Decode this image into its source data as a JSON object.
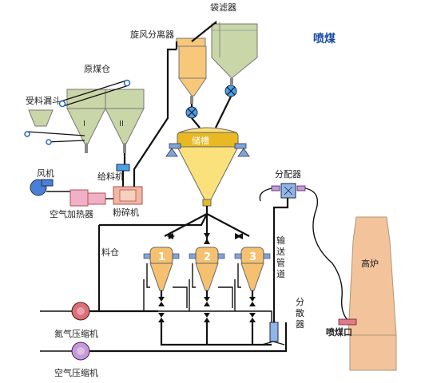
{
  "title": "喷煤",
  "labels": {
    "bag_filter": "袋滤器",
    "cyclone": "旋风分离器",
    "raw_coal_bin": "原煤仓",
    "receiving_hopper": "受料漏斗",
    "bin_one": "I",
    "bin_two": "II",
    "feeder": "给料机",
    "fan": "风机",
    "air_heater": "空气加热器",
    "crusher": "粉碎机",
    "storage_tank": "储槽",
    "feed_tank": "料仓",
    "tank_1": "1",
    "tank_2": "2",
    "tank_3": "3",
    "distributor": "分配器",
    "conveying_pipe": "输送管道",
    "disperser": "分散器",
    "blast_furnace": "高炉",
    "injection_port": "喷煤口",
    "nitrogen_compressor": "氮气压缩机",
    "air_compressor": "空气压缩机"
  },
  "colors": {
    "cyclone_fill": "#f7c77a",
    "bag_filter_fill": "#c9d6a8",
    "raw_bin_fill": "#c9d6a8",
    "storage_fill": "#fbe17c",
    "storage_band": "#e8b923",
    "tank_fill": "#f5c171",
    "furnace_fill": "#f3c39b",
    "valve_fill": "#4aa3df",
    "fan_fill": "#4a7fd9",
    "nitrogen_compressor_fill": "#d9707a",
    "air_compressor_fill": "#c79ad6",
    "heater_fill": "#f2b0c6",
    "crusher_fill": "#f3b6a0",
    "support_fill": "#7fa6d6",
    "port_fill": "#e07a8a",
    "title_color": "#1a4aa6"
  }
}
